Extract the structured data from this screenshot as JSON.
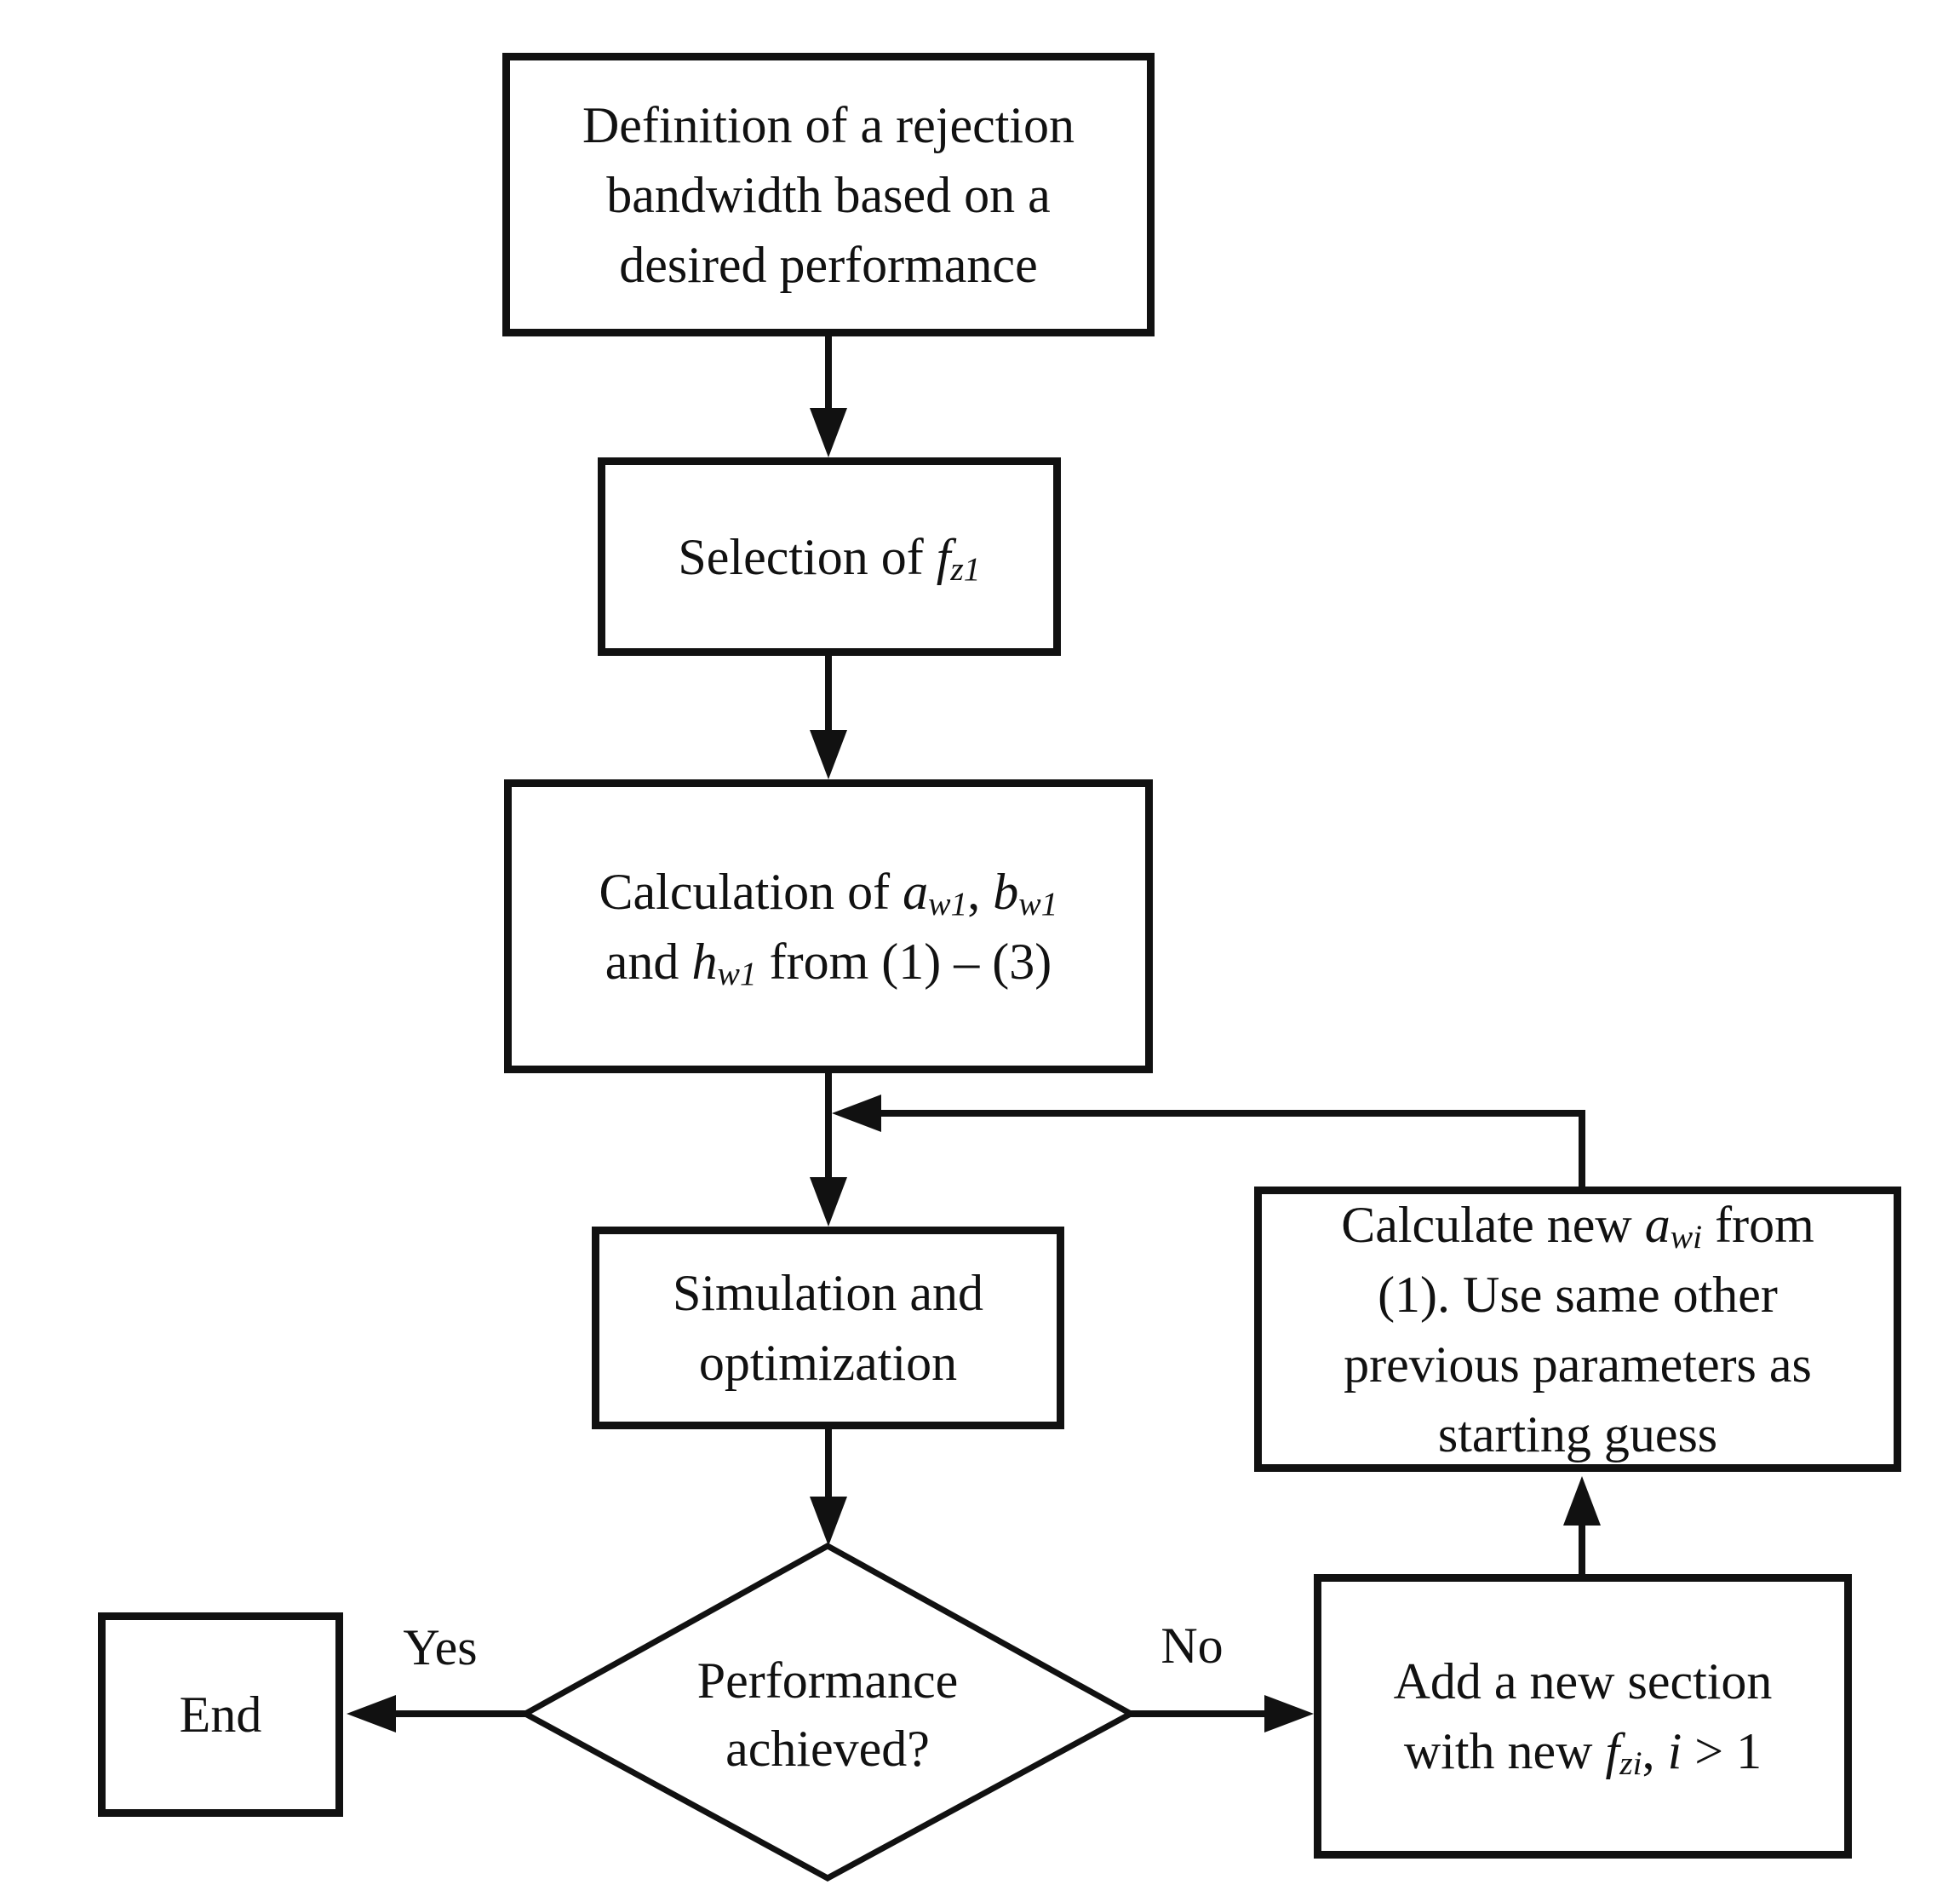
{
  "colors": {
    "ink": "#111111",
    "background": "#ffffff"
  },
  "labels": {
    "yes": "Yes",
    "no": "No"
  },
  "nodes": {
    "definition": {
      "lines": [
        [
          {
            "t": "Definition of a rejection"
          }
        ],
        [
          {
            "t": "bandwidth based on a"
          }
        ],
        [
          {
            "t": "desired performance"
          }
        ]
      ]
    },
    "selection": {
      "lines": [
        [
          {
            "t": "Selection of "
          },
          {
            "t": "f",
            "i": true
          },
          {
            "t": "z1",
            "i": true,
            "sub": true
          }
        ]
      ]
    },
    "calculation": {
      "lines": [
        [
          {
            "t": "Calculation of "
          },
          {
            "t": "a",
            "i": true
          },
          {
            "t": "w1",
            "i": true,
            "sub": true
          },
          {
            "t": ", "
          },
          {
            "t": "b",
            "i": true
          },
          {
            "t": "w1",
            "i": true,
            "sub": true
          }
        ],
        [
          {
            "t": "and "
          },
          {
            "t": "h",
            "i": true
          },
          {
            "t": "w1",
            "i": true,
            "sub": true
          },
          {
            "t": " from (1) – (3)"
          }
        ]
      ]
    },
    "simulation": {
      "lines": [
        [
          {
            "t": "Simulation and"
          }
        ],
        [
          {
            "t": "optimization"
          }
        ]
      ]
    },
    "calc_new": {
      "lines": [
        [
          {
            "t": "Calculate new "
          },
          {
            "t": "a",
            "i": true
          },
          {
            "t": "wi",
            "i": true,
            "sub": true
          },
          {
            "t": " from"
          }
        ],
        [
          {
            "t": "(1). Use same other"
          }
        ],
        [
          {
            "t": "previous parameters as"
          }
        ],
        [
          {
            "t": "starting guess"
          }
        ]
      ]
    },
    "add_section": {
      "lines": [
        [
          {
            "t": "Add a new section"
          }
        ],
        [
          {
            "t": "with new "
          },
          {
            "t": "f",
            "i": true
          },
          {
            "t": "zi",
            "i": true,
            "sub": true
          },
          {
            "t": ", "
          },
          {
            "t": "i",
            "i": true
          },
          {
            "t": " > 1"
          }
        ]
      ]
    },
    "decision": {
      "lines": [
        [
          {
            "t": "Performance"
          }
        ],
        [
          {
            "t": "achieved?"
          }
        ]
      ]
    },
    "end": {
      "lines": [
        [
          {
            "t": "End"
          }
        ]
      ]
    }
  }
}
